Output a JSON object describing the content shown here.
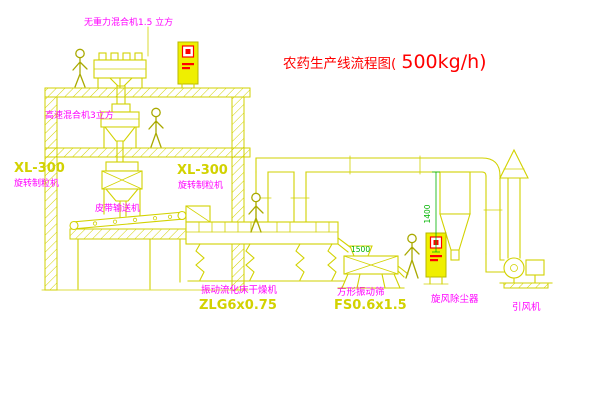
{
  "title": {
    "prefix": "农药生产线流程图(",
    "capacity": "500kg/h)"
  },
  "labels": {
    "gravity_mixer": "无重力混合机1.5 立方",
    "high_speed_mixer": "高速混合机3立方",
    "granulator_left_model": "XL-300",
    "granulator_left_name": "旋转制粒机",
    "granulator_mid_model": "XL-300",
    "granulator_mid_name": "旋转制粒机",
    "belt_conveyor": "皮带输送机",
    "dryer_name": "振动流化床干燥机",
    "dryer_model": "ZLG6x0.75",
    "screen_name": "方形振动筛",
    "screen_model": "FS0.6x1.5",
    "cyclone": "旋风除尘器",
    "fan": "引风机"
  },
  "dimensions": {
    "dim_vertical": "1400",
    "dim_horizontal": "1500"
  },
  "colors": {
    "drawing_line": "#d2d200",
    "label_text": "#ff00ff",
    "model_text": "#d2d200",
    "title_text": "#ff0000",
    "dimension_text": "#00b400",
    "panel_fill": "#efef00",
    "panel_alert": "#ff0000",
    "background": "#ffffff"
  }
}
